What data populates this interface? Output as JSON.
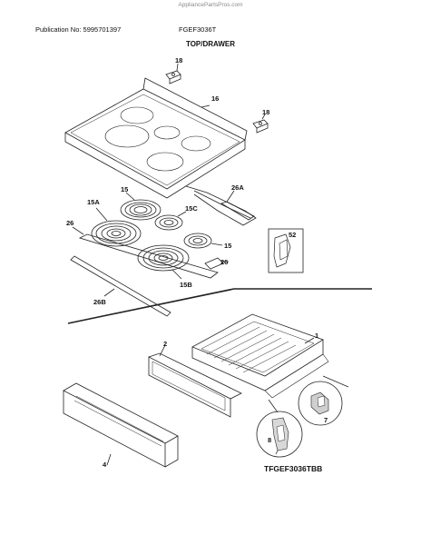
{
  "header": {
    "site": "AppliancePartsPros.com",
    "publication": "Publication No: 5995701397",
    "model": "FGEF3036T",
    "section_title": "TOP/DRAWER"
  },
  "footer": {
    "model_code": "TFGEF3036TBB"
  },
  "callouts": {
    "c18a": "18",
    "c16": "16",
    "c18b": "18",
    "c26A": "26A",
    "c15a": "15",
    "c15A": "15A",
    "c15C": "15C",
    "c26a": "26",
    "c15b": "15",
    "c26b": "26",
    "c15B": "15B",
    "c26B": "26B",
    "c52": "52",
    "c1": "1",
    "c2": "2",
    "c7": "7",
    "c8": "8",
    "c4": "4"
  }
}
